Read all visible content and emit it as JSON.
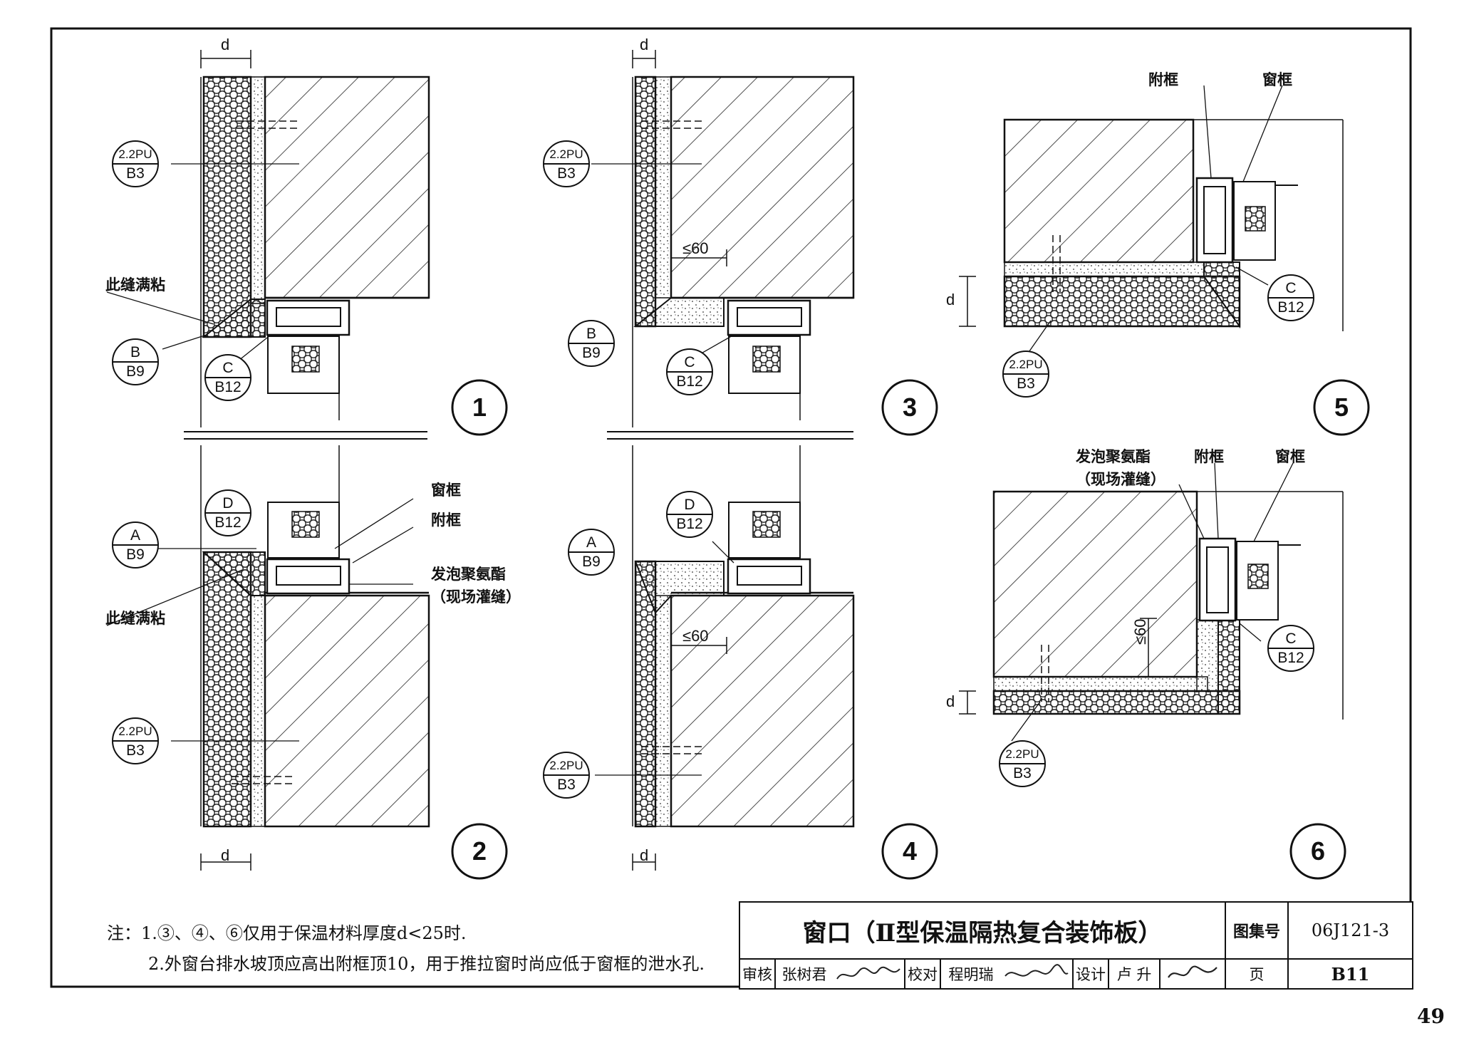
{
  "sheet": {
    "page_number": "49",
    "details": [
      {
        "id": "1"
      },
      {
        "id": "2"
      },
      {
        "id": "3"
      },
      {
        "id": "4"
      },
      {
        "id": "5"
      },
      {
        "id": "6"
      }
    ],
    "dimension_d": "d",
    "dimension_le60": "≤60"
  },
  "refs": {
    "ref_2_2pu_top": "2.2PU",
    "ref_b3": "B3",
    "ref_b": "B",
    "ref_b9": "B9",
    "ref_a": "A",
    "ref_c": "C",
    "ref_d": "D",
    "ref_b12": "B12"
  },
  "labels": {
    "seam_full_glue": "此缝满粘",
    "window_frame": "窗框",
    "sub_frame": "附框",
    "foam_pu": "发泡聚氨酯",
    "site_fill": "（现场灌缝）"
  },
  "notes": {
    "line1_prefix": "注：1.",
    "line1_refs": "③、④、⑥",
    "line1_text": "仅用于保温材料厚度d<25时.",
    "line2": "2.外窗台排水坡顶应高出附框顶10，用于推拉窗时尚应低于窗框的泄水孔."
  },
  "title_block": {
    "title": "窗口（Ⅱ型保温隔热复合装饰板）",
    "atlas_label": "图集号",
    "atlas_value": "06J121-3",
    "page_label": "页",
    "page_value": "B11",
    "review_label": "审核",
    "reviewer": "张树君",
    "check_label": "校对",
    "checker": "程明瑞",
    "design_label": "设计",
    "designer": "卢 升"
  }
}
